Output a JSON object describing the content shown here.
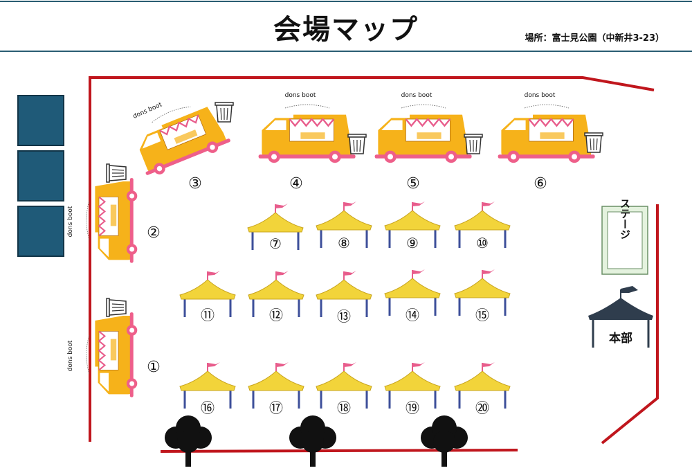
{
  "header": {
    "title": "会場マップ",
    "location": "場所：富士見公園（中新井3-23）"
  },
  "colors": {
    "header_rule": "#2a5d73",
    "fence": "#c0161d",
    "parking": "#1f5a78",
    "truck_body": "#f6b21a",
    "truck_base": "#ee5f8a",
    "tent_roof": "#f2d43a",
    "tent_leg": "#3d4f9a",
    "flag": "#e85d8c",
    "hq_tent": "#2f3d4d",
    "stage_fill": "#cfe7c6"
  },
  "food_trucks": {
    "brand": "dons boot",
    "items": [
      {
        "number": "①"
      },
      {
        "number": "②"
      },
      {
        "number": "③"
      },
      {
        "number": "④"
      },
      {
        "number": "⑤"
      },
      {
        "number": "⑥"
      }
    ]
  },
  "tents": [
    {
      "number": "⑦"
    },
    {
      "number": "⑧"
    },
    {
      "number": "⑨"
    },
    {
      "number": "⑩"
    },
    {
      "number": "⑪"
    },
    {
      "number": "⑫"
    },
    {
      "number": "⑬"
    },
    {
      "number": "⑭"
    },
    {
      "number": "⑮"
    },
    {
      "number": "⑯"
    },
    {
      "number": "⑰"
    },
    {
      "number": "⑱"
    },
    {
      "number": "⑲"
    },
    {
      "number": "⑳"
    }
  ],
  "stage": {
    "label": "ステージ"
  },
  "headquarters": {
    "label": "本部"
  }
}
